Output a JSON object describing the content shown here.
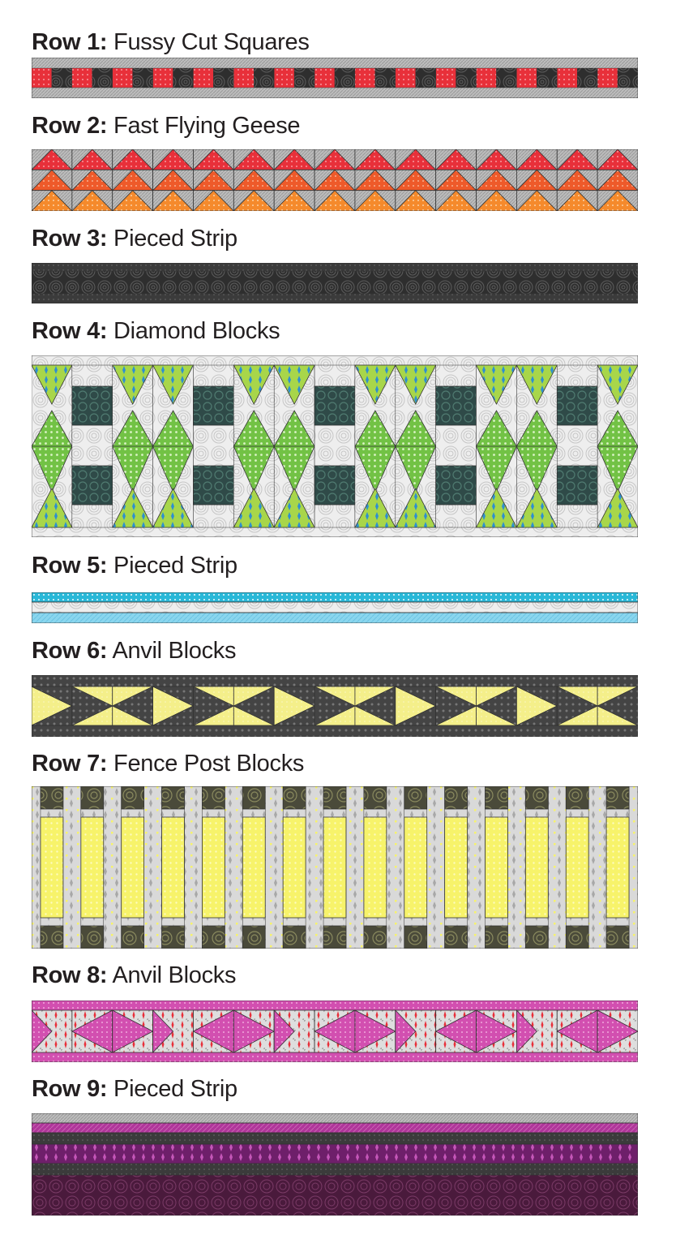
{
  "rows": [
    {
      "prefix": "Row 1:",
      "name": "Fussy Cut Squares"
    },
    {
      "prefix": "Row 2:",
      "name": "Fast Flying Geese"
    },
    {
      "prefix": "Row 3:",
      "name": "Pieced Strip"
    },
    {
      "prefix": "Row 4:",
      "name": "Diamond Blocks"
    },
    {
      "prefix": "Row 5:",
      "name": "Pieced Strip"
    },
    {
      "prefix": "Row 6:",
      "name": "Anvil Blocks"
    },
    {
      "prefix": "Row 7:",
      "name": "Fence Post Blocks"
    },
    {
      "prefix": "Row 8:",
      "name": "Anvil Blocks"
    },
    {
      "prefix": "Row 9:",
      "name": "Pieced Strip"
    }
  ],
  "colors": {
    "red": "#e8303a",
    "dark_red": "#c61f2a",
    "orange_red": "#ee5a2a",
    "orange": "#f58a2c",
    "charcoal": "#3a3a3a",
    "gray": "#c8c8c8",
    "light_gray": "#e6e6e6",
    "green": "#72c245",
    "lime": "#a8d64a",
    "blue": "#2e8fd0",
    "teal_dark": "#2f4a48",
    "cyan": "#29b8d8",
    "light_cyan": "#8ad6ee",
    "yellow": "#f4ef8a",
    "bright_yellow": "#f7f36a",
    "pink": "#d24fb0",
    "magenta": "#b0359a",
    "plum": "#5a1f4a"
  }
}
